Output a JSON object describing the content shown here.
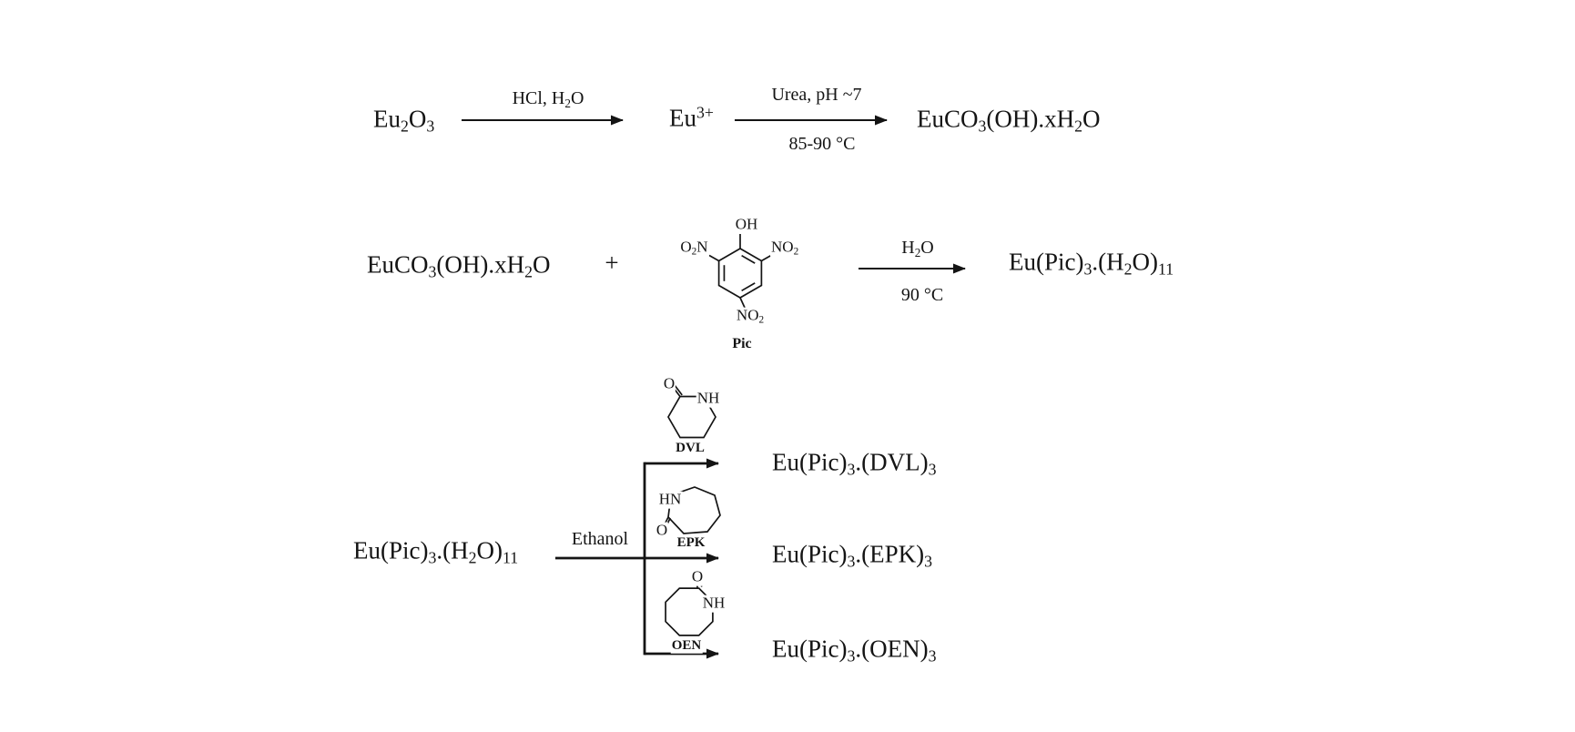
{
  "scheme": {
    "background": "#ffffff",
    "ink": "#141414",
    "row1": {
      "reactant": [
        {
          "t": "Eu"
        },
        {
          "sub": "2"
        },
        {
          "t": "O"
        },
        {
          "sub": "3"
        }
      ],
      "step1": {
        "top": [
          {
            "t": "HCl, H"
          },
          {
            "sub": "2"
          },
          {
            "t": "O"
          }
        ]
      },
      "intermediate": [
        {
          "t": "Eu"
        },
        {
          "sup": "3+"
        }
      ],
      "step2": {
        "top": [
          {
            "t": "Urea, pH ~7"
          }
        ],
        "bottom": [
          {
            "t": "85-90 °C"
          }
        ]
      },
      "product": [
        {
          "t": "EuCO"
        },
        {
          "sub": "3"
        },
        {
          "t": "(OH).xH"
        },
        {
          "sub": "2"
        },
        {
          "t": "O"
        }
      ]
    },
    "row2": {
      "reactant": [
        {
          "t": "EuCO"
        },
        {
          "sub": "3"
        },
        {
          "t": "(OH).xH"
        },
        {
          "sub": "2"
        },
        {
          "t": "O"
        }
      ],
      "plus": "+",
      "picric": {
        "oh": [
          {
            "t": "OH"
          }
        ],
        "o2n_left": [
          {
            "t": "O"
          },
          {
            "sub": "2"
          },
          {
            "t": "N"
          }
        ],
        "no2_right": [
          {
            "t": "NO"
          },
          {
            "sub": "2"
          }
        ],
        "no2_bottom": [
          {
            "t": "NO"
          },
          {
            "sub": "2"
          }
        ],
        "name": "Pic"
      },
      "step": {
        "top": [
          {
            "t": "H"
          },
          {
            "sub": "2"
          },
          {
            "t": "O"
          }
        ],
        "bottom": [
          {
            "t": "90 °C"
          }
        ]
      },
      "product": [
        {
          "t": "Eu(Pic)"
        },
        {
          "sub": "3"
        },
        {
          "t": ".(H"
        },
        {
          "sub": "2"
        },
        {
          "t": "O)"
        },
        {
          "sub": "11"
        }
      ]
    },
    "row3": {
      "reactant": [
        {
          "t": "Eu(Pic)"
        },
        {
          "sub": "3"
        },
        {
          "t": ".(H"
        },
        {
          "sub": "2"
        },
        {
          "t": "O)"
        },
        {
          "sub": "11"
        }
      ],
      "step": {
        "label": "Ethanol"
      },
      "branches": {
        "dvl": {
          "atom_o": "O",
          "atom_nh": "NH",
          "name": "DVL",
          "product": [
            {
              "t": "Eu(Pic)"
            },
            {
              "sub": "3"
            },
            {
              "t": ".(DVL)"
            },
            {
              "sub": "3"
            }
          ]
        },
        "epk": {
          "atom_hn": "HN",
          "atom_o": "O",
          "name": "EPK",
          "product": [
            {
              "t": "Eu(Pic)"
            },
            {
              "sub": "3"
            },
            {
              "t": ".(EPK)"
            },
            {
              "sub": "3"
            }
          ]
        },
        "oen": {
          "atom_o": "O",
          "atom_nh": "NH",
          "name": "OEN",
          "product": [
            {
              "t": "Eu(Pic)"
            },
            {
              "sub": "3"
            },
            {
              "t": ".(OEN)"
            },
            {
              "sub": "3"
            }
          ]
        }
      }
    }
  }
}
